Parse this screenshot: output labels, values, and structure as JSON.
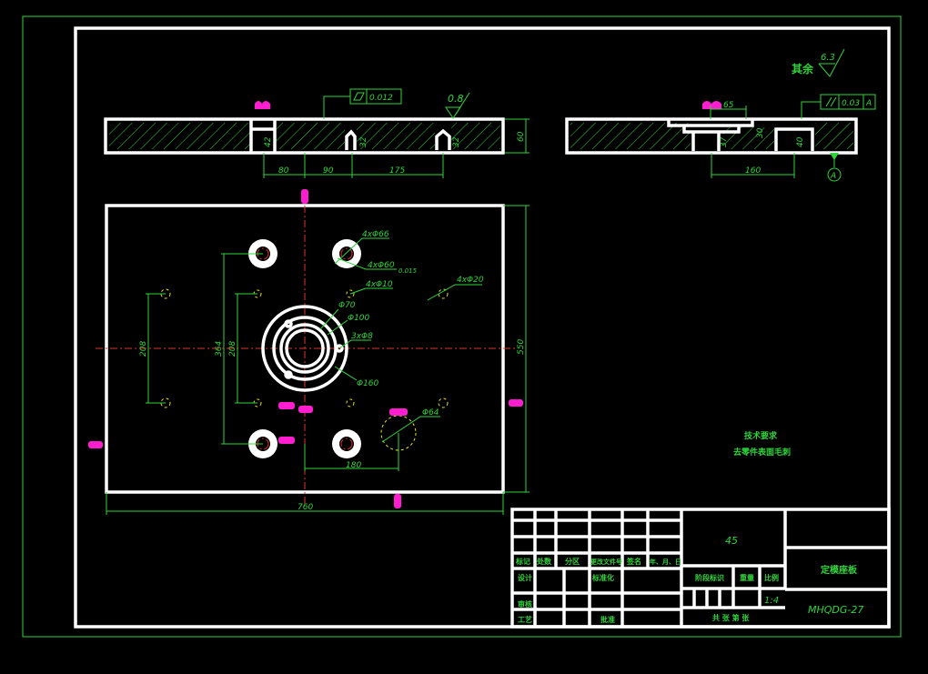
{
  "drawing": {
    "surface_finish_other": "其余",
    "surface_finish_value": "6.3",
    "flatness_value": "0.012",
    "roughness_top": "0.8",
    "parallelism_value": "0.03",
    "datum_label": "A",
    "datum_circle": "A",
    "tech_req_title": "技术要求",
    "tech_req_text": "去零件表面毛刺"
  },
  "dimensions": {
    "front_80": "80",
    "front_90": "90",
    "front_175": "175",
    "front_60": "60",
    "front_42": "42",
    "front_32a": "32",
    "front_32b": "32",
    "side_65": "65",
    "side_30": "30",
    "side_37": "37",
    "side_40": "40",
    "side_160": "160",
    "plan_760": "760",
    "plan_550": "550",
    "plan_208a": "208",
    "plan_364": "364",
    "plan_208b": "208",
    "plan_180": "180",
    "hole_4x66": "4xΦ66",
    "hole_4x60": "4xΦ60",
    "hole_4x10": "4xΦ10",
    "hole_4x20": "4xΦ20",
    "hole_70": "Φ70",
    "hole_100": "Φ100",
    "hole_3x8": "3xΦ8",
    "hole_160": "Φ160",
    "hole_64": "Φ64",
    "tol_015": "0.015"
  },
  "title_block": {
    "material": "45",
    "part_name": "定模座板",
    "drawing_no": "MHQDG-27",
    "scale": "1:4",
    "h_biaoji": "标记",
    "h_chushu": "处数",
    "h_fenqu": "分区",
    "h_gengai": "更改文件号",
    "h_qianming": "签名",
    "h_date": "年、月、日",
    "sheji": "设计",
    "biaozhunhua": "标准化",
    "jieduan": "阶段标识",
    "zhongliang": "重量",
    "bili": "比例",
    "shenhe": "审核",
    "gongyi": "工艺",
    "pizhun": "批准",
    "sheets": "共 张  第 张"
  }
}
